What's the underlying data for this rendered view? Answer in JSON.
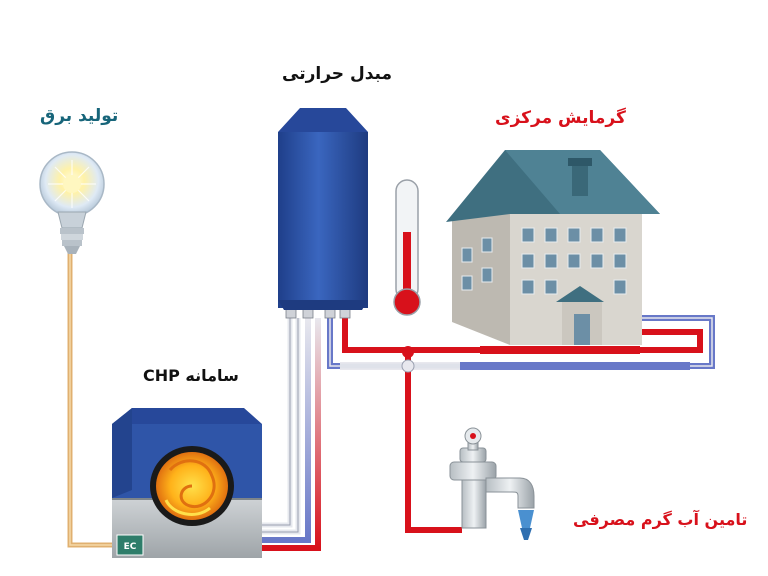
{
  "labels": {
    "electricity": "تولید برق",
    "exchanger": "مبدل حرارتی",
    "central_heating": "گرمایش مرکزی",
    "chp_system": "سامانه CHP",
    "hot_water": "تامین آب گرم مصرفی"
  },
  "chp_badge": "EC",
  "colors": {
    "electricity_label": "#17657a",
    "heating_label": "#d8111b",
    "hot_water_label": "#d8111b",
    "neutral_label": "#111111",
    "hot_pipe": "#d8111b",
    "cold_pipe": "#6878c8",
    "power_line": "#e0b070",
    "tank": "#2f55a8",
    "house_wall": "#d9d6cf",
    "house_roof": "#3f6f80"
  }
}
